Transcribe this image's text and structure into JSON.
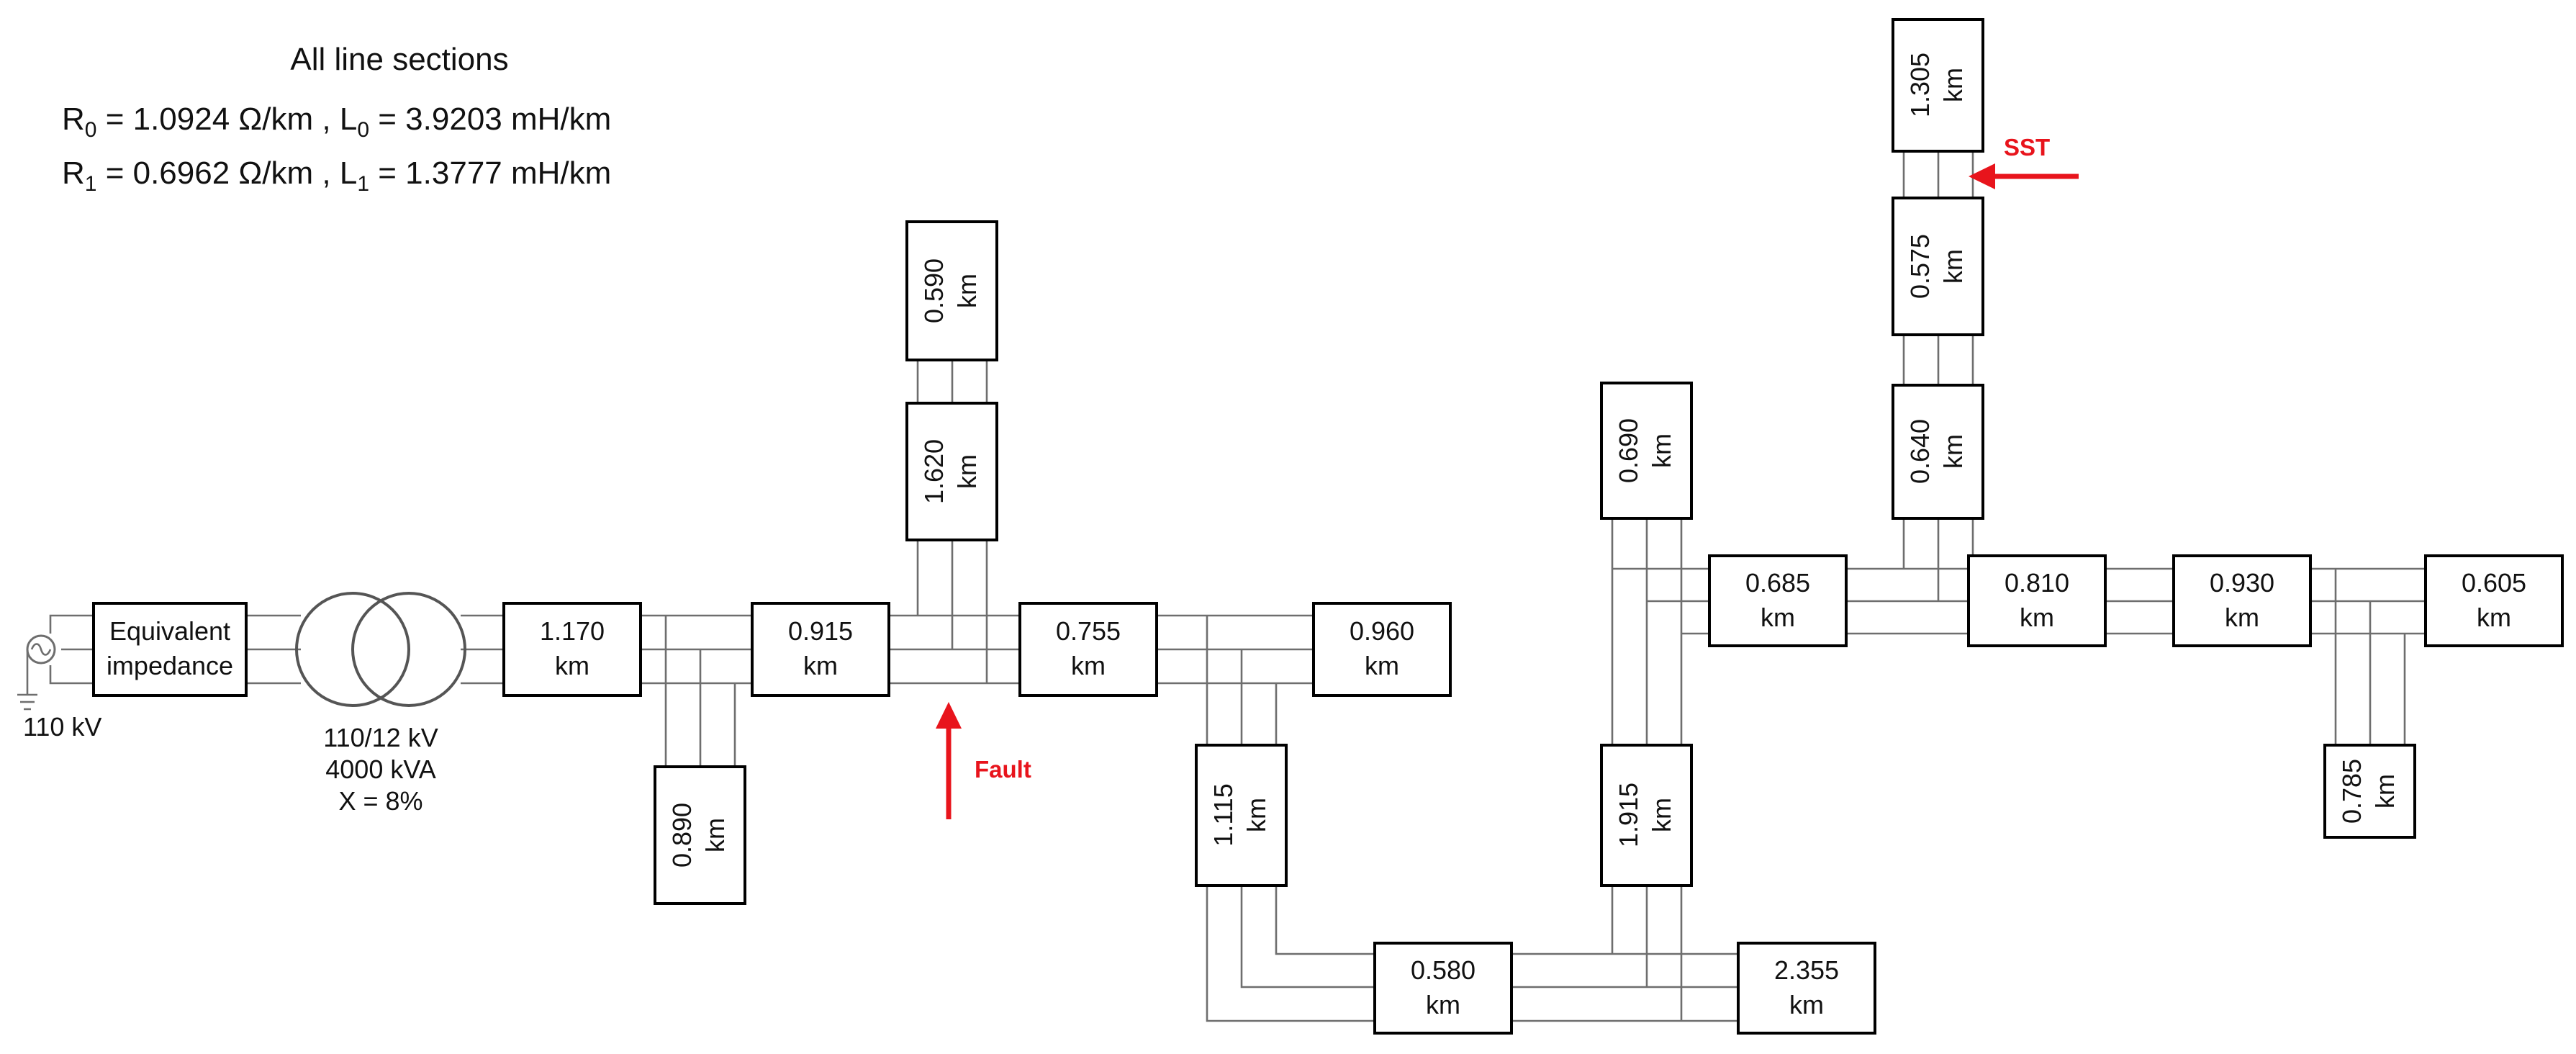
{
  "header": {
    "title": "All line sections",
    "r0": "R",
    "r0_sub": "0",
    "r0_rest": " = 1.0924 Ω/km , L",
    "l0_sub": "0",
    "l0_rest": " = 3.9203 mH/km",
    "r1": "R",
    "r1_sub": "1",
    "r1_rest": " = 0.6962 Ω/km , L",
    "l1_sub": "1",
    "l1_rest": " = 1.3777 mH/km"
  },
  "source": {
    "voltage": "110 kV"
  },
  "equivalent_impedance": {
    "line1": "Equivalent",
    "line2": "impedance"
  },
  "transformer": {
    "rating": "110/12 kV",
    "power": "4000 kVA",
    "reactance": "X = 8%"
  },
  "unit": "km",
  "sections": {
    "s1170": "1.170",
    "s0890": "0.890",
    "s0915": "0.915",
    "s1620": "1.620",
    "s0590": "0.590",
    "s0755": "0.755",
    "s0960": "0.960",
    "s1115": "1.115",
    "s0580": "0.580",
    "s2355": "2.355",
    "s1915": "1.915",
    "s0690": "0.690",
    "s0685": "0.685",
    "s0640": "0.640",
    "s0575": "0.575",
    "s1305": "1.305",
    "s0810": "0.810",
    "s0930": "0.930",
    "s0605": "0.605",
    "s0785": "0.785"
  },
  "annotations": {
    "fault": "Fault",
    "sst": "SST"
  },
  "colors": {
    "line": "#6e6e6e",
    "box": "#000000",
    "annotation": "#e8141c"
  }
}
